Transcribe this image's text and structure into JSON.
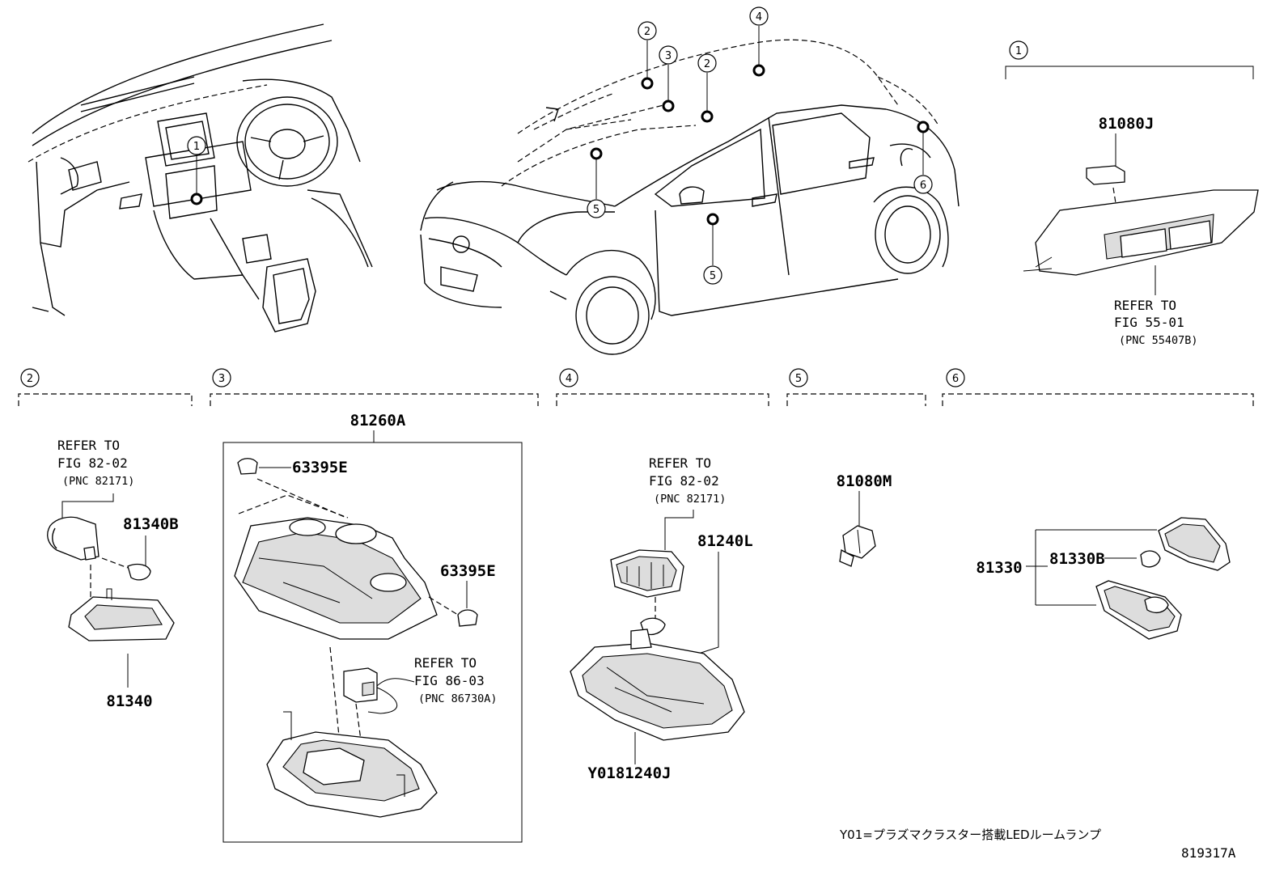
{
  "sections": [
    {
      "id": "1",
      "title_ref": "1"
    },
    {
      "id": "2",
      "title_ref": "2"
    },
    {
      "id": "3",
      "title_ref": "3"
    },
    {
      "id": "4",
      "title_ref": "4"
    },
    {
      "id": "5",
      "title_ref": "5"
    },
    {
      "id": "6",
      "title_ref": "6"
    }
  ],
  "callouts": {
    "c1": "1",
    "c2": "2",
    "c3": "3",
    "c4": "4",
    "c5": "5",
    "c6": "6"
  },
  "parts": {
    "p81080J": "81080J",
    "p81340B": "81340B",
    "p81340": "81340",
    "p81260A": "81260A",
    "p63395E": "63395E",
    "p81240L": "81240L",
    "pY0181240J": "Y0181240J",
    "p81080M": "81080M",
    "p81330": "81330",
    "p81330B": "81330B"
  },
  "references": {
    "fig5501": {
      "refer": "REFER TO",
      "fig": "FIG 55-01",
      "pnc": "(PNC 55407B)"
    },
    "fig8202a": {
      "refer": "REFER TO",
      "fig": "FIG 82-02",
      "pnc": "(PNC 82171)"
    },
    "fig8603": {
      "refer": "REFER TO",
      "fig": "FIG 86-03",
      "pnc": "(PNC 86730A)"
    },
    "fig8202b": {
      "refer": "REFER TO",
      "fig": "FIG 82-02",
      "pnc": "(PNC 82171)"
    }
  },
  "footnote": "Y01=プラズマクラスター搭載LEDルームランプ",
  "figure_id": "819317A"
}
